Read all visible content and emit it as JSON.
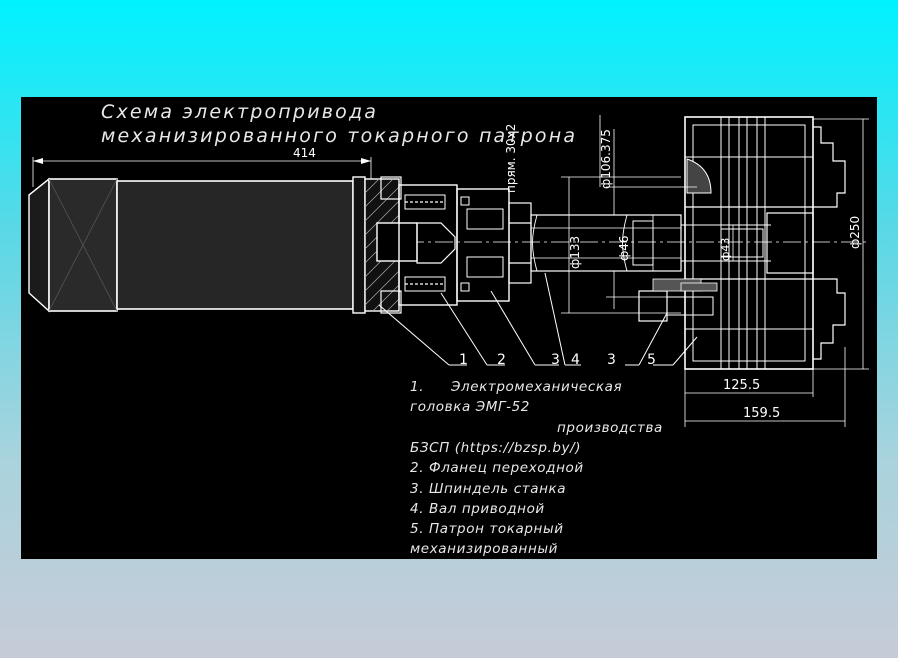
{
  "title": {
    "line1": "Схема электропривода",
    "line2": "механизированного токарного патрона"
  },
  "dimensions": {
    "overall_length": "414",
    "rect_profile": "прям. 30х2",
    "d_106": "ф106.375",
    "d_133": "ф133",
    "d_46": "ф46",
    "d_43": "ф43",
    "d_250": "ф250",
    "len_125": "125.5",
    "len_159": "159.5"
  },
  "callouts": [
    "1",
    "2",
    "3",
    "4",
    "3",
    "5"
  ],
  "legend": {
    "item1_num": "1.",
    "item1_a": "Электромеханическая",
    "item1_b": "головка ЭМГ-52",
    "item1_c": "производства",
    "item1_d": "БЗСП (https://bzsp.by/)",
    "item2": "2. Фланец переходной",
    "item3": "3. Шпиндель станка",
    "item4": "4. Вал приводной",
    "item5_a": "5. Патрон токарный",
    "item5_b": "механизированный"
  },
  "colors": {
    "page_top": "#00f2ff",
    "page_bottom": "#c7cbd8",
    "drawing_bg": "#000000",
    "lines": "#ffffff",
    "motor_fill": "#2a2a2a"
  }
}
